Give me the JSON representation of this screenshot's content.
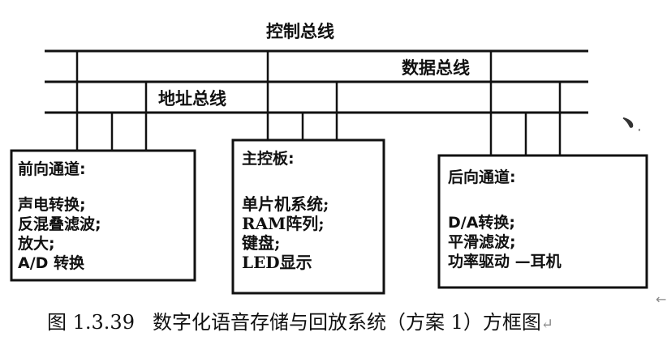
{
  "buses": {
    "control": "控制总线",
    "data": "数据总线",
    "address": "地址总线"
  },
  "blocks": {
    "front": {
      "title": "前向通道:",
      "items": [
        "声电转换;",
        "反混叠滤波;",
        "放大;",
        "A/D 转换"
      ]
    },
    "main": {
      "title": "主控板:",
      "items": [
        "单片机系统;",
        "RAM阵列;",
        "键盘;",
        "LED显示"
      ]
    },
    "back": {
      "title": "后向通道:",
      "items": [
        "D/A转换;",
        "平滑滤波;",
        "功率驱动 —耳机"
      ]
    }
  },
  "caption": {
    "figure_no": "图 1.3.39",
    "text": "数字化语音存储与回放系统（方案 1）方框图"
  },
  "stray_marks": "﹅ ᷂"
}
